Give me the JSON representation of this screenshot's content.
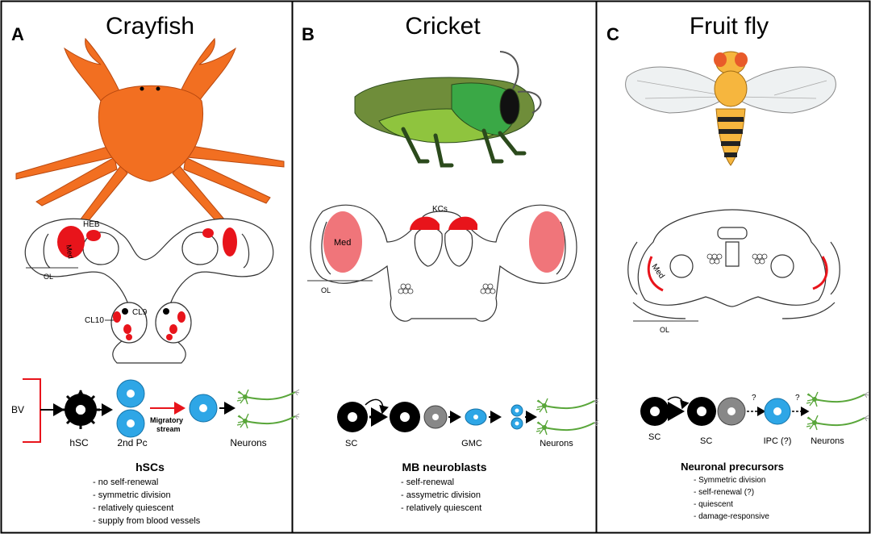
{
  "panels": [
    {
      "letter": "A",
      "title": "Crayfish",
      "brain_labels": {
        "heb": "HEB",
        "med": "Med",
        "ol": "OL",
        "cl9": "CL9",
        "cl10": "CL10"
      },
      "pathway": {
        "bv": "BV",
        "hsc": "hSC",
        "pc": "2nd Pc",
        "stream_1": "Migratory",
        "stream_2": "stream",
        "neurons": "Neurons"
      },
      "summary_title": "hSCs",
      "summary": [
        "- no self-renewal",
        "- symmetric division",
        "- relatively quiescent",
        "- supply from blood vessels"
      ]
    },
    {
      "letter": "B",
      "title": "Cricket",
      "brain_labels": {
        "kcs": "KCs",
        "med": "Med",
        "ol": "OL"
      },
      "pathway": {
        "sc": "SC",
        "gmc": "GMC",
        "neurons": "Neurons"
      },
      "summary_title": "MB neuroblasts",
      "summary": [
        "- self-renewal",
        "- assymetric division",
        "- relatively quiescent"
      ]
    },
    {
      "letter": "C",
      "title": "Fruit fly",
      "brain_labels": {
        "med": "Med",
        "ol": "OL"
      },
      "pathway": {
        "sc1": "SC",
        "sc2": "SC",
        "q1": "?",
        "q2": "?",
        "ipc": "IPC (?)",
        "neurons": "Neurons"
      },
      "summary_title": "Neuronal precursors",
      "summary": [
        "- Symmetric division",
        "- self-renewal (?)",
        "- quiescent",
        "- damage-responsive"
      ]
    }
  ],
  "colors": {
    "red": "#e8141b",
    "blue": "#2ea6e6",
    "orange": "#f26f21",
    "pink": "#f0757a",
    "green": "#59a63a",
    "yellow": "#f6b63e"
  }
}
